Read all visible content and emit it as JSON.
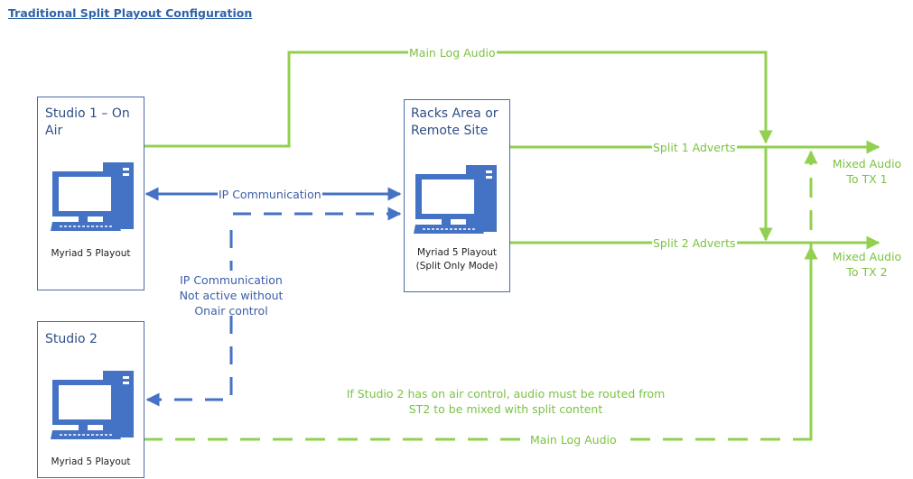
{
  "title": "Traditional Split Playout Configuration",
  "studio1": {
    "title_line1": "Studio 1 – On",
    "title_line2": "Air",
    "caption": "Myriad 5 Playout"
  },
  "racks": {
    "title_line1": "Racks Area or",
    "title_line2": "Remote Site",
    "caption_line1": "Myriad 5 Playout",
    "caption_line2": "(Split Only Mode)"
  },
  "studio2": {
    "title": "Studio 2",
    "caption": "Myriad 5 Playout"
  },
  "labels": {
    "main_log_top": "Main Log Audio",
    "split1": "Split 1 Adverts",
    "split2": "Split 2 Adverts",
    "ip_comm": "IP Communication",
    "ip_note_line1": "IP Communication",
    "ip_note_line2": "Not active without",
    "ip_note_line3": "Onair control",
    "tx1_line1": "Mixed Audio",
    "tx1_line2": "To TX 1",
    "tx2_line1": "Mixed Audio",
    "tx2_line2": "To TX 2",
    "studio2_note_line1": "If Studio 2 has on air control, audio must be routed from",
    "studio2_note_line2": "ST2 to be mixed with split content",
    "main_log_bottom": "Main Log Audio"
  },
  "icons": [
    "computer-icon"
  ],
  "colors": {
    "audio": "#92d050",
    "ip": "#4472c4",
    "box_border": "#4a6aa5",
    "title": "#2f62a8"
  }
}
